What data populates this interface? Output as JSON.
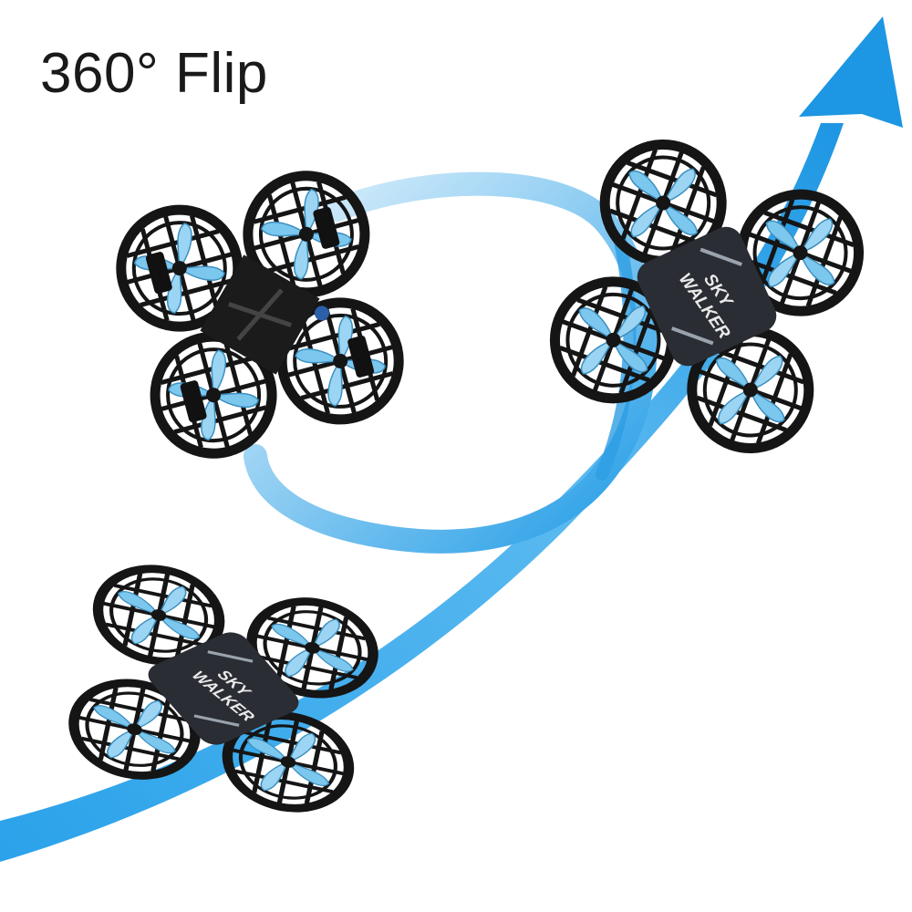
{
  "headline": "360° Flip",
  "drone_brand": [
    "SKY",
    "WALKER"
  ],
  "colors": {
    "ribbon": "#1f9be6",
    "ribbon_light": "#bfe3f8",
    "propeller": "#7cc7ee",
    "frame": "#151515",
    "hub": "#2a2d33",
    "stripe": "#9aa3ad"
  },
  "icons": [
    "flight-path-arrow",
    "flip-loop-ribbon",
    "drone"
  ]
}
